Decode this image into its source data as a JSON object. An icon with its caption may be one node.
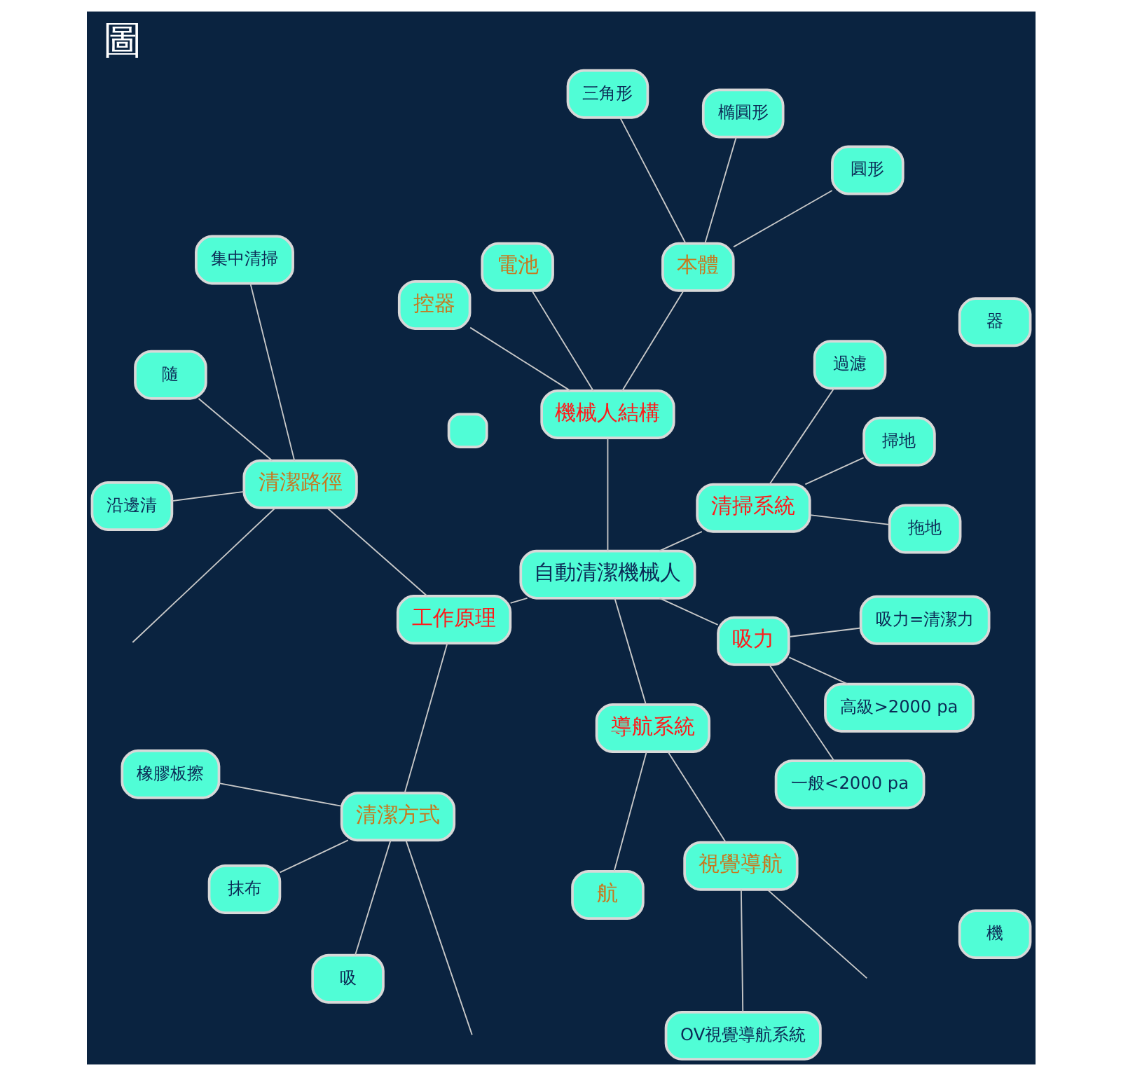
{
  "diagram": {
    "title": "圖",
    "nodes": [
      {
        "text": [
          "自動清潔機械人"
        ]
      },
      {
        "text": [
          "清掃系統"
        ]
      },
      {
        "text": [
          "拖地"
        ]
      },
      {
        "text": [
          "掃地"
        ]
      },
      {
        "text": [
          "過濾"
        ]
      },
      {
        "text": [
          "機械人結構"
        ]
      },
      {
        "text": [
          "本體"
        ]
      },
      {
        "text": [
          "圓形"
        ]
      },
      {
        "text": [
          "橢圓形"
        ]
      },
      {
        "text": [
          "三角形"
        ]
      },
      {
        "text": [
          "電池"
        ]
      },
      {
        "text": [
          "控器"
        ]
      },
      {
        "text": [
          "工作原理"
        ]
      },
      {
        "text": [
          "清潔路徑"
        ]
      },
      {
        "text": [
          "集中清掃"
        ]
      },
      {
        "text": [
          "隨"
        ]
      },
      {
        "text": [
          "沿邊清"
        ]
      },
      {
        "text": [
          "清潔方式"
        ]
      },
      {
        "text": [
          "橡膠板擦"
        ]
      },
      {
        "text": [
          "抹布"
        ]
      },
      {
        "text": [
          "吸"
        ]
      },
      {
        "text": [
          "導航系統"
        ]
      },
      {
        "text": [
          "航"
        ]
      },
      {
        "text": [
          "視覺導航"
        ]
      },
      {
        "text": [
          "OV視覺導航系統"
        ]
      },
      {
        "text": [
          "吸力"
        ]
      },
      {
        "text": [
          "一般<2000 pa"
        ]
      },
      {
        "text": [
          "高級>2000 pa"
        ]
      },
      {
        "text": [
          "吸力=清潔力"
        ]
      },
      {
        "text": [
          "機"
        ]
      },
      {
        "text": [
          "器"
        ]
      },
      {
        "text": [],
        "shape": "box"
      }
    ],
    "edges": [
      {
        "from": 0,
        "to": 1,
        "arrow": "none"
      },
      {
        "from": 1,
        "to": 2,
        "arrow": "none"
      },
      {
        "from": 1,
        "to": 3,
        "arrow": "none"
      },
      {
        "from": 1,
        "to": 4,
        "arrow": "none"
      },
      {
        "from": 0,
        "to": 5,
        "arrow": "none"
      },
      {
        "from": 5,
        "to": 6,
        "arrow": "none"
      },
      {
        "from": 6,
        "to": 7,
        "arrow": "none"
      },
      {
        "from": 6,
        "to": 8,
        "arrow": "none"
      },
      {
        "from": 6,
        "to": 9,
        "arrow": "none"
      },
      {
        "from": 5,
        "to": 10,
        "arrow": "none"
      },
      {
        "from": 5,
        "to": 11,
        "arrow": "none"
      },
      {
        "from": 0,
        "to": 12,
        "arrow": "none"
      },
      {
        "from": 12,
        "to": 13,
        "arrow": "none"
      },
      {
        "from": 13,
        "to": 14,
        "arrow": "none"
      },
      {
        "from": 13,
        "to": 15,
        "arrow": "none"
      },
      {
        "from": 13,
        "to": 16,
        "arrow": "none"
      },
      {
        "from": 13,
        "to": null,
        "arrow": "none"
      },
      {
        "from": 12,
        "to": 17,
        "arrow": "none"
      },
      {
        "from": 17,
        "to": 18,
        "arrow": "none"
      },
      {
        "from": 17,
        "to": 19,
        "arrow": "none"
      },
      {
        "from": 17,
        "to": 20,
        "arrow": "none"
      },
      {
        "from": 17,
        "to": null,
        "arrow": "none"
      },
      {
        "from": 0,
        "to": 21,
        "arrow": "none"
      },
      {
        "from": 21,
        "to": 22,
        "arrow": "none"
      },
      {
        "from": 21,
        "to": 23,
        "arrow": "none"
      },
      {
        "from": 23,
        "to": 24,
        "arrow": "none"
      },
      {
        "from": 23,
        "to": null,
        "arrow": "none"
      },
      {
        "from": 0,
        "to": 25,
        "arrow": "none"
      },
      {
        "from": 25,
        "to": 26,
        "arrow": "none"
      },
      {
        "from": 25,
        "to": 27,
        "arrow": "none"
      },
      {
        "from": 25,
        "to": 28,
        "arrow": "none"
      }
    ]
  }
}
